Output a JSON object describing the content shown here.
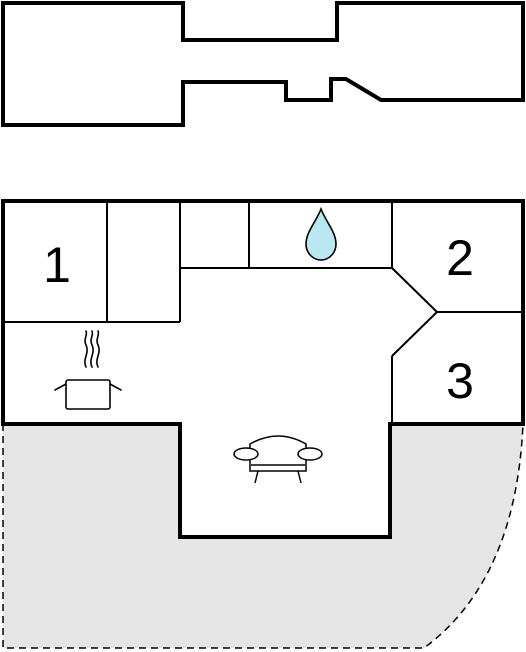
{
  "floorplan": {
    "rooms": [
      {
        "label": "1"
      },
      {
        "label": "2"
      },
      {
        "label": "3"
      }
    ],
    "icons": [
      "water-drop-icon",
      "cooking-pot-icon",
      "sofa-icon"
    ],
    "colors": {
      "wall": "#000000",
      "terrace": "#e5e5e5",
      "water": "#b9e8f1",
      "background": "#ffffff"
    }
  }
}
